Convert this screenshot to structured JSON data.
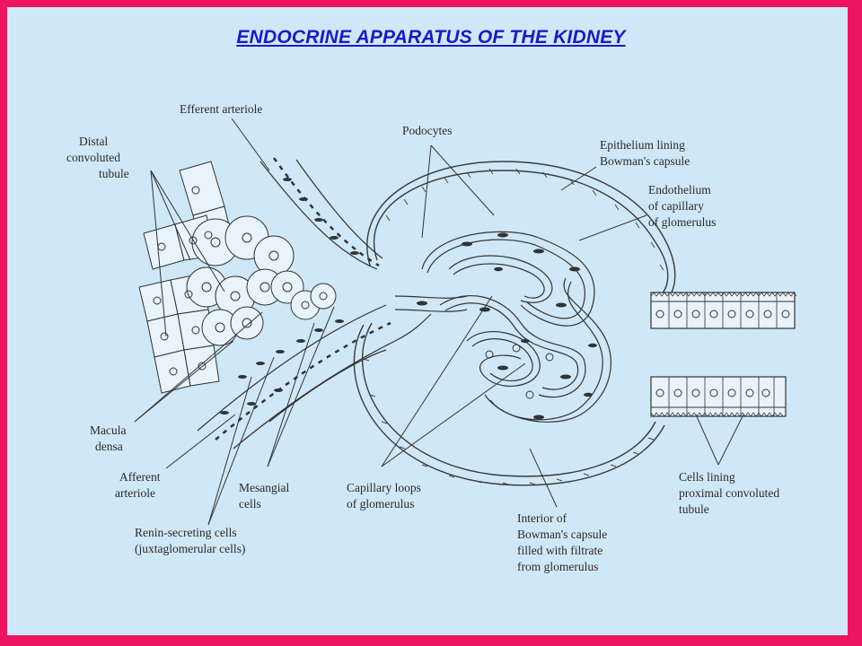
{
  "title": "ENDOCRINE APPARATUS  OF  THE  KIDNEY",
  "labels": {
    "distal_line1": "Distal",
    "distal_line2": "convoluted",
    "distal_line3": "tubule",
    "efferent": "Efferent arteriole",
    "podocytes": "Podocytes",
    "epithelium_line1": "Epithelium lining",
    "epithelium_line2": "Bowman's capsule",
    "endothelium_line1": "Endothelium",
    "endothelium_line2": "of capillary",
    "endothelium_line3": "of glomerulus",
    "macula_line1": "Macula",
    "macula_line2": "densa",
    "afferent_line1": "Afferent",
    "afferent_line2": "arteriole",
    "mesangial_line1": "Mesangial",
    "mesangial_line2": "cells",
    "renin_line1": "Renin-secreting cells",
    "renin_line2": "(juxtaglomerular cells)",
    "capillary_line1": "Capillary loops",
    "capillary_line2": "of glomerulus",
    "interior_line1": "Interior of",
    "interior_line2": "Bowman's capsule",
    "interior_line3": "filled with filtrate",
    "interior_line4": "from glomerulus",
    "cells_line1": "Cells lining",
    "cells_line2": "proximal convoluted",
    "cells_line3": "tubule"
  },
  "colors": {
    "border": "#ee1560",
    "background": "#cfe8f7",
    "title": "#1a1ac8",
    "ink": "#2a2a2a"
  }
}
